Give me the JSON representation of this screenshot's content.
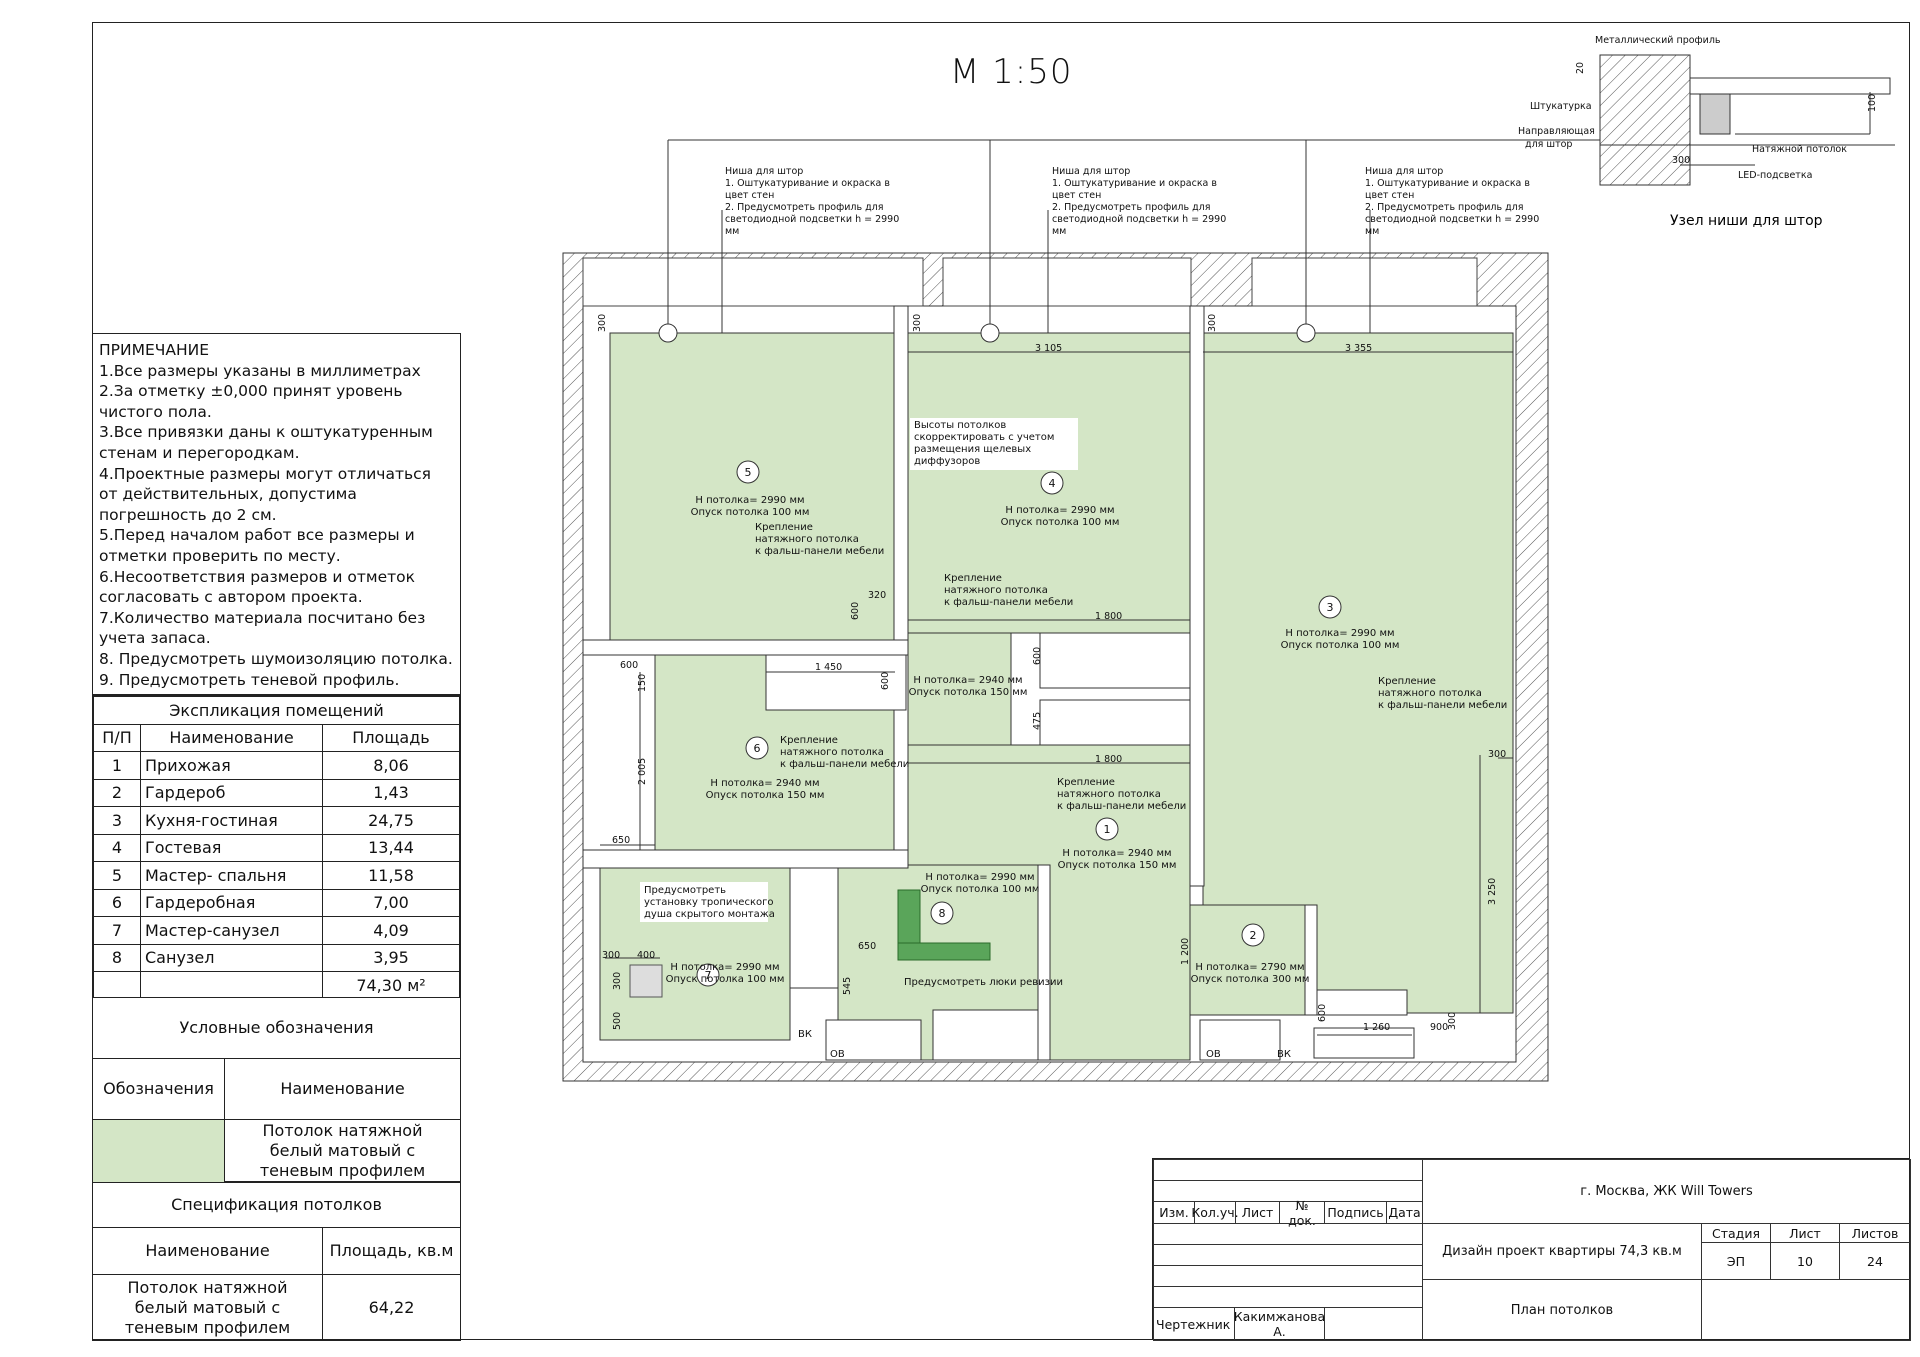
{
  "scale": "М 1:50",
  "node": {
    "title": "Узел ниши для штор",
    "labels": [
      "Металлический профиль",
      "Штукатурка",
      "Направляющая для штор",
      "Натяжной потолок",
      "LED-подсветка",
      "300",
      "100",
      "20"
    ]
  },
  "niche_note": {
    "title": "Ниша для штор",
    "line1": "1. Оштукатуривание и окраска в цвет стен",
    "line2": "2. Предусмотреть профиль для светодиодной подсветки h = 2990 мм"
  },
  "notes": {
    "title": "ПРИМЕЧАНИЕ",
    "items": [
      "1.Все размеры указаны в миллиметрах",
      "2.За отметку ±0,000 принят уровень чистого пола.",
      "3.Все привязки даны к оштукатуренным стенам и перегородкам.",
      "4.Проектные размеры могут отличаться от действительных, допустима погрешность до 2 см.",
      "5.Перед началом работ все размеры и отметки проверить по месту.",
      "6.Несоответствия размеров и отметок согласовать с автором проекта.",
      "7.Количество материала посчитано без учета запаса.",
      "8. Предусмотреть шумоизоляцию потолка.",
      "9. Предусмотреть теневой профиль."
    ]
  },
  "explication": {
    "title": "Экспликация помещений",
    "headers": [
      "П/П",
      "Наименование",
      "Площадь"
    ],
    "rows": [
      [
        "1",
        "Прихожая",
        "8,06"
      ],
      [
        "2",
        "Гардероб",
        "1,43"
      ],
      [
        "3",
        "Кухня-гостиная",
        "24,75"
      ],
      [
        "4",
        "Гостевая",
        "13,44"
      ],
      [
        "5",
        "Мастер- спальня",
        "11,58"
      ],
      [
        "6",
        "Гардеробная",
        "7,00"
      ],
      [
        "7",
        "Мастер-санузел",
        "4,09"
      ],
      [
        "8",
        "Санузел",
        "3,95"
      ]
    ],
    "total": "74,30 м²"
  },
  "legend": {
    "title": "Условные обозначения",
    "col1": "Обозначения",
    "col2": "Наименование",
    "item": "Потолок натяжной белый матовый с теневым профилем",
    "color": "#d4e6c6"
  },
  "spec": {
    "title": "Спецификация потолков",
    "col1": "Наименование",
    "col2": "Площадь, кв.м",
    "item": "Потолок натяжной белый матовый с теневым профилем",
    "value": "64,22"
  },
  "title_block": {
    "headers": [
      "Изм.",
      "Кол.уч.",
      "Лист",
      "№ док.",
      "Подпись",
      "Дата"
    ],
    "location": "г. Москва, ЖК Will Towers",
    "project": "Дизайн проект квартиры 74,3 кв.м",
    "sheet_title": "План потолков",
    "stage_label": "Стадия",
    "sheet_label": "Лист",
    "sheets_label": "Листов",
    "stage": "ЭП",
    "sheet": "10",
    "sheets": "24",
    "drafter_label": "Чертежник",
    "drafter": "Какимжанова А."
  },
  "rooms": [
    {
      "num": "1",
      "h": "Н потолка= 2940 мм",
      "drop": "Опуск потолка 150 мм"
    },
    {
      "num": "2",
      "h": "Н потолка= 2790 мм",
      "drop": "Опуск потолка 300 мм"
    },
    {
      "num": "3",
      "h": "Н потолка= 2990 мм",
      "drop": "Опуск потолка 100 мм"
    },
    {
      "num": "4",
      "h": "Н потолка= 2990 мм",
      "drop": "Опуск потолка 100 мм"
    },
    {
      "num": "5",
      "h": "Н потолка= 2990 мм",
      "drop": "Опуск потолка 100 мм"
    },
    {
      "num": "6",
      "h": "Н потолка= 2940 мм",
      "drop": "Опуск потолка 150 мм"
    },
    {
      "num": "7",
      "h": "Н потолка= 2990 мм",
      "drop": "Опуск потолка 100 мм"
    },
    {
      "num": "8",
      "h": "Н потолка= 2990 мм",
      "drop": "Опуск потолка 100 мм"
    }
  ],
  "closet": {
    "h": "Н потолка= 2940 мм",
    "drop": "Опуск потолка 150 мм"
  },
  "annotations": {
    "mount1": "Крепление натяжного потолка к фальш-панели мебели",
    "diffusers": "Высоты потолков скорректировать с учетом размещения щелевых диффузоров",
    "shower": "Предусмотреть установку тропического душа скрытого монтажа",
    "hatches": "Предусмотреть люки ревизии",
    "ov": "ОВ",
    "vk": "ВК"
  },
  "dims": [
    "3 105",
    "3 355",
    "300",
    "320",
    "600",
    "1 800",
    "1 450",
    "600",
    "150",
    "2 005",
    "650",
    "475",
    "600",
    "1 800",
    "300",
    "3 250",
    "1 200",
    "600",
    "1 260",
    "300",
    "900",
    "300",
    "400",
    "300",
    "500",
    "650",
    "545"
  ]
}
